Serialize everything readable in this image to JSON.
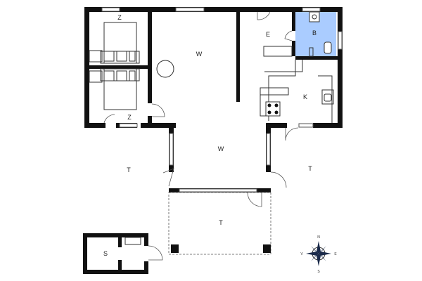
{
  "floorplan": {
    "rooms": [
      {
        "id": "z1",
        "label": "Z"
      },
      {
        "id": "z2",
        "label": "Z"
      },
      {
        "id": "w1",
        "label": "W"
      },
      {
        "id": "w2",
        "label": "W"
      },
      {
        "id": "e",
        "label": "E"
      },
      {
        "id": "b",
        "label": "B"
      },
      {
        "id": "k",
        "label": "K"
      },
      {
        "id": "t1",
        "label": "T"
      },
      {
        "id": "t2",
        "label": "T"
      },
      {
        "id": "t3",
        "label": "T"
      },
      {
        "id": "s",
        "label": "S"
      }
    ],
    "compass": {
      "n": "N",
      "s": "S",
      "e": "E",
      "w": "V"
    },
    "colors": {
      "bathroom": "#aaccff",
      "wall": "#111111"
    }
  }
}
